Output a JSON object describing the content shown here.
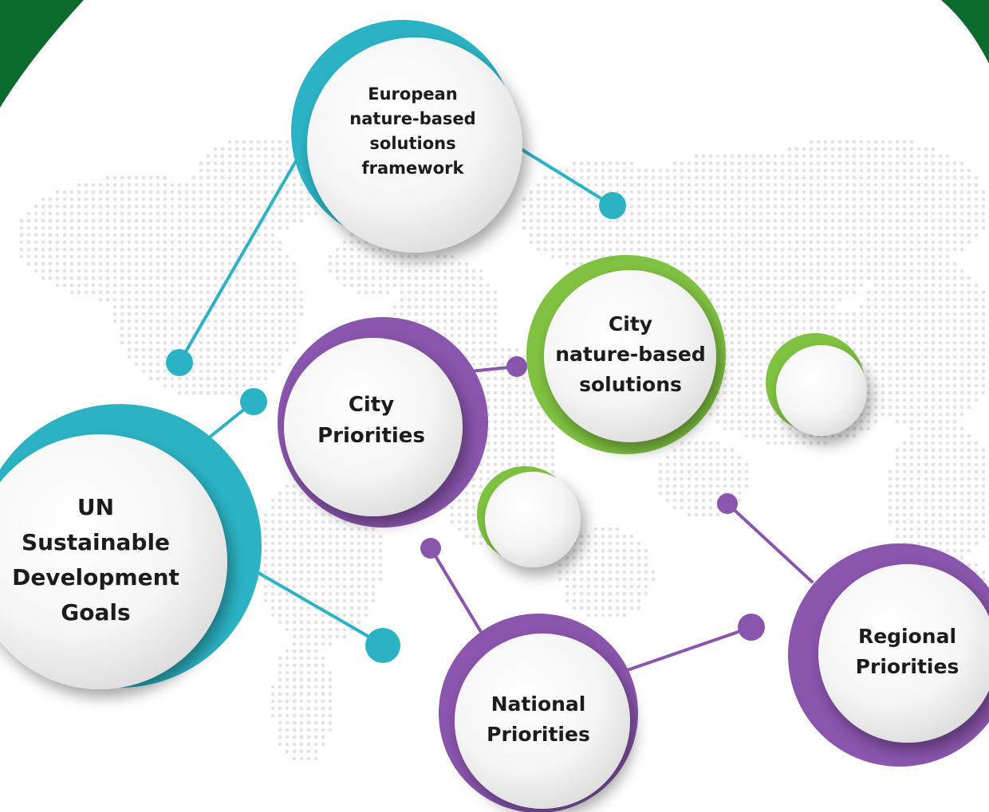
{
  "colors": {
    "corner_green": "#0b6b2c",
    "teal": "#2bb3c4",
    "purple": "#8a55ad",
    "lime": "#7fc241",
    "dots": "#e3e3e3",
    "text": "#1c1c1c"
  },
  "nodes": {
    "un_sdg": {
      "lines": [
        "UN",
        "Sustainable",
        "Development",
        "Goals"
      ]
    },
    "european_nbs": {
      "lines": [
        "European",
        "nature-based",
        "solutions",
        "framework"
      ]
    },
    "city_priorities": {
      "lines": [
        "City",
        "Priorities"
      ]
    },
    "city_nbs": {
      "lines": [
        "City",
        "nature-based",
        "solutions"
      ]
    },
    "national_priorities": {
      "lines": [
        "National",
        "Priorities"
      ]
    },
    "regional_priorities": {
      "lines": [
        "Regional",
        "Priorities"
      ]
    }
  }
}
